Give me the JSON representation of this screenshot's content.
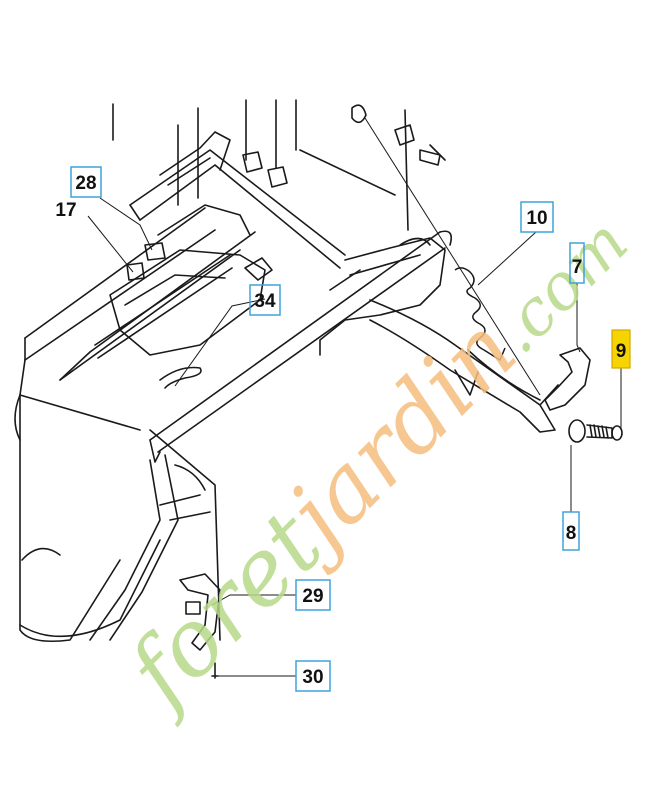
{
  "callouts": {
    "c28": "28",
    "c17": "17",
    "c34": "34",
    "c10": "10",
    "c7": "7",
    "c9": "9",
    "c8": "8",
    "c29": "29",
    "c30": "30"
  },
  "highlight": {
    "part": "9",
    "color": "#f5d400"
  },
  "callout_box_color": "#3fa3d9",
  "watermark": {
    "part1": "foret",
    "part2": "jardin",
    "part3": ".com",
    "color_green": "#b7d98a",
    "color_orange": "#f6be7e"
  }
}
